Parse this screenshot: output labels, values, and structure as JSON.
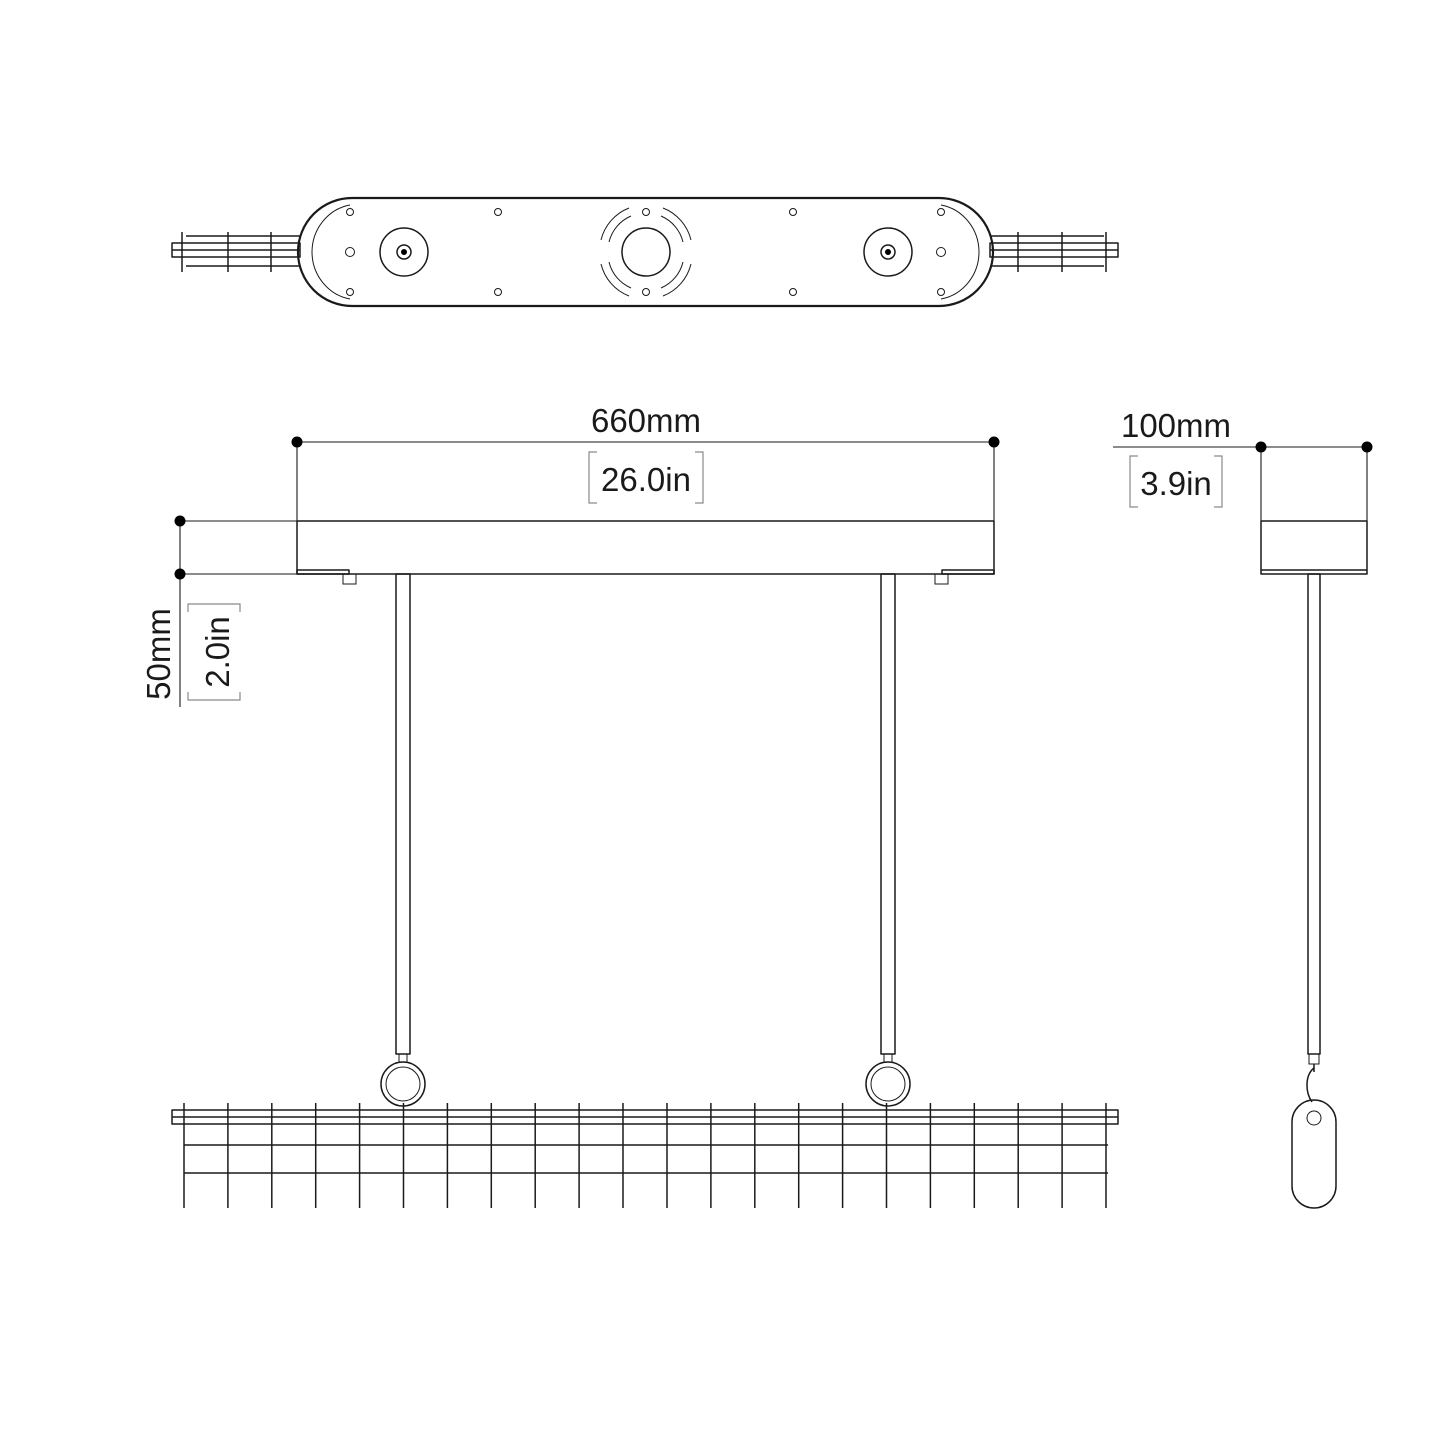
{
  "dimensions": {
    "width_mm": "660mm",
    "width_in": "26.0in",
    "height_mm": "50mm",
    "height_in": "2.0in",
    "depth_mm": "100mm",
    "depth_in": "3.9in"
  },
  "colors": {
    "line": "#1a1a1a",
    "background": "#ffffff",
    "bracket": "#8a8a8a"
  }
}
